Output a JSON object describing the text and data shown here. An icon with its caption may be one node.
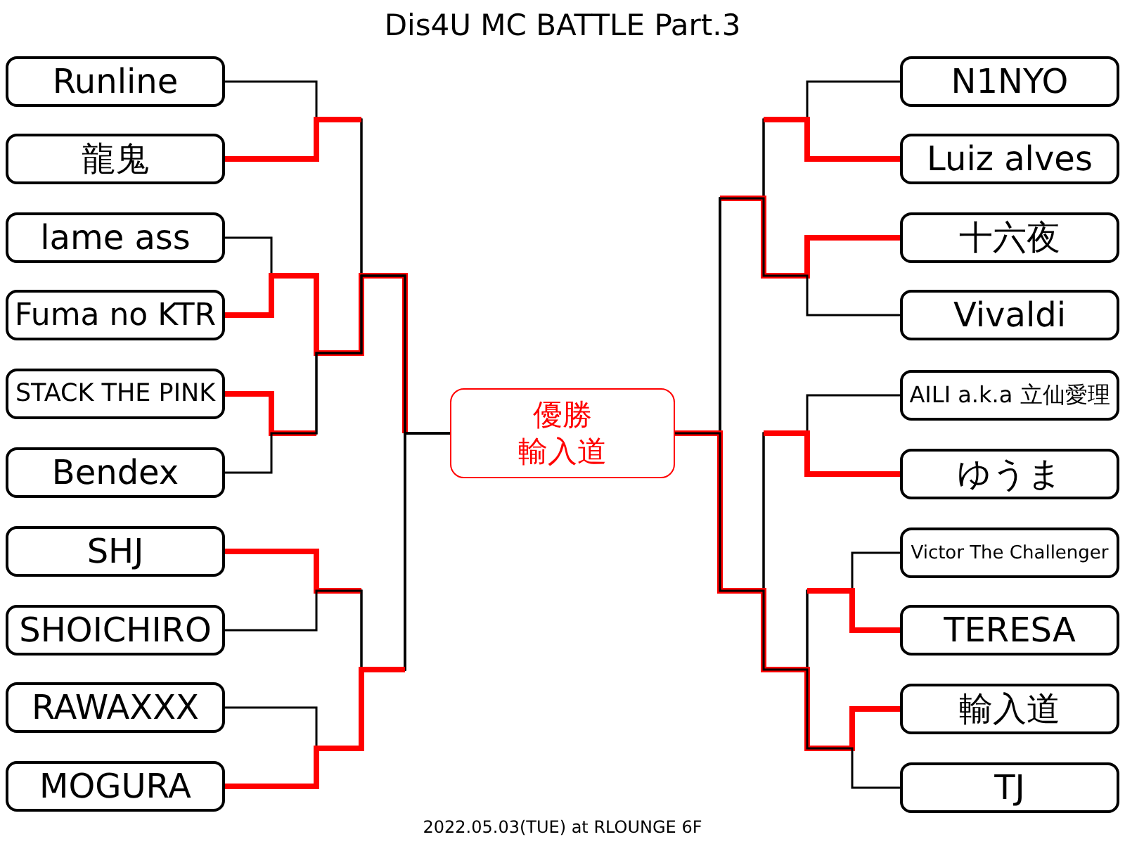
{
  "diagram": {
    "title": "Dis4U MC BATTLE Part.3",
    "nodes": [
      {
        "text": [
          "Runline"
        ]
      },
      {
        "text": [
          "龍鬼"
        ]
      },
      {
        "text": [
          "lame ass"
        ]
      },
      {
        "text": [
          "Fuma no KTR"
        ]
      },
      {
        "text": [
          "STACK THE PINK"
        ]
      },
      {
        "text": [
          "Bendex"
        ]
      },
      {
        "text": [
          "SHJ"
        ]
      },
      {
        "text": [
          "SHOICHIRO"
        ]
      },
      {
        "text": [
          "RAWAXXX"
        ]
      },
      {
        "text": [
          "MOGURA"
        ]
      },
      {
        "text": [
          "N1NYO"
        ]
      },
      {
        "text": [
          "Luiz alves"
        ]
      },
      {
        "text": [
          "十六夜"
        ]
      },
      {
        "text": [
          "Vivaldi"
        ]
      },
      {
        "text": [
          "AILI a.k.a 立仙愛理"
        ]
      },
      {
        "text": [
          "ゆうま"
        ]
      },
      {
        "text": [
          "Victor The Challenger"
        ]
      },
      {
        "text": [
          "TERESA"
        ]
      },
      {
        "text": [
          "輸入道"
        ]
      },
      {
        "text": [
          "TJ"
        ]
      },
      {
        "text": [
          "優勝",
          "輸入道"
        ]
      }
    ],
    "edges": [
      {
        "from": 0,
        "to": 20,
        "arrow": "none"
      },
      {
        "from": 1,
        "to": 20,
        "arrow": "none"
      },
      {
        "from": 2,
        "to": 20,
        "arrow": "none"
      },
      {
        "from": 3,
        "to": 20,
        "arrow": "none"
      },
      {
        "from": 4,
        "to": 20,
        "arrow": "none"
      },
      {
        "from": 5,
        "to": 20,
        "arrow": "none"
      },
      {
        "from": 6,
        "to": 20,
        "arrow": "none"
      },
      {
        "from": 7,
        "to": 20,
        "arrow": "none"
      },
      {
        "from": 8,
        "to": 20,
        "arrow": "none"
      },
      {
        "from": 9,
        "to": 20,
        "arrow": "none"
      },
      {
        "from": 10,
        "to": 20,
        "arrow": "none"
      },
      {
        "from": 11,
        "to": 20,
        "arrow": "none"
      },
      {
        "from": 12,
        "to": 20,
        "arrow": "none"
      },
      {
        "from": 13,
        "to": 20,
        "arrow": "none"
      },
      {
        "from": 14,
        "to": 20,
        "arrow": "none"
      },
      {
        "from": 15,
        "to": 20,
        "arrow": "none"
      },
      {
        "from": 16,
        "to": 20,
        "arrow": "none"
      },
      {
        "from": 17,
        "to": 20,
        "arrow": "none"
      },
      {
        "from": 18,
        "to": 20,
        "arrow": "none",
        "style": "thick",
        "color": "#ff0000"
      },
      {
        "from": 19,
        "to": 20,
        "arrow": "none"
      }
    ],
    "labels": [
      "2022.05.03(TUE) at RLOUNGE 6F"
    ]
  }
}
